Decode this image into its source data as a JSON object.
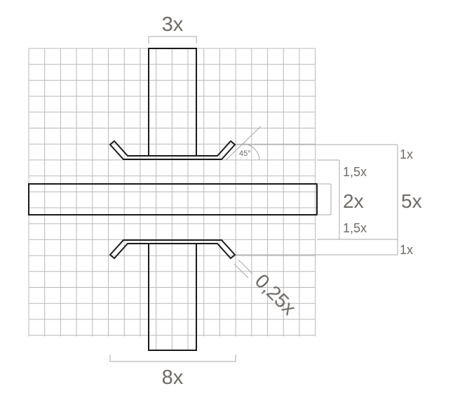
{
  "colors": {
    "grid": "#b9b9b9",
    "outline": "#1a1a1a",
    "dimension_line": "#a8a8a8",
    "label": "#6e6a66"
  },
  "labels": {
    "top_width": "3x",
    "bottom_width": "8x",
    "angle": "45°",
    "gap_top": "1x",
    "inner_top": "1,5x",
    "center": "2x",
    "inner_bottom": "1,5x",
    "gap_bottom": "1x",
    "total": "5x",
    "stroke": "0,25x"
  }
}
